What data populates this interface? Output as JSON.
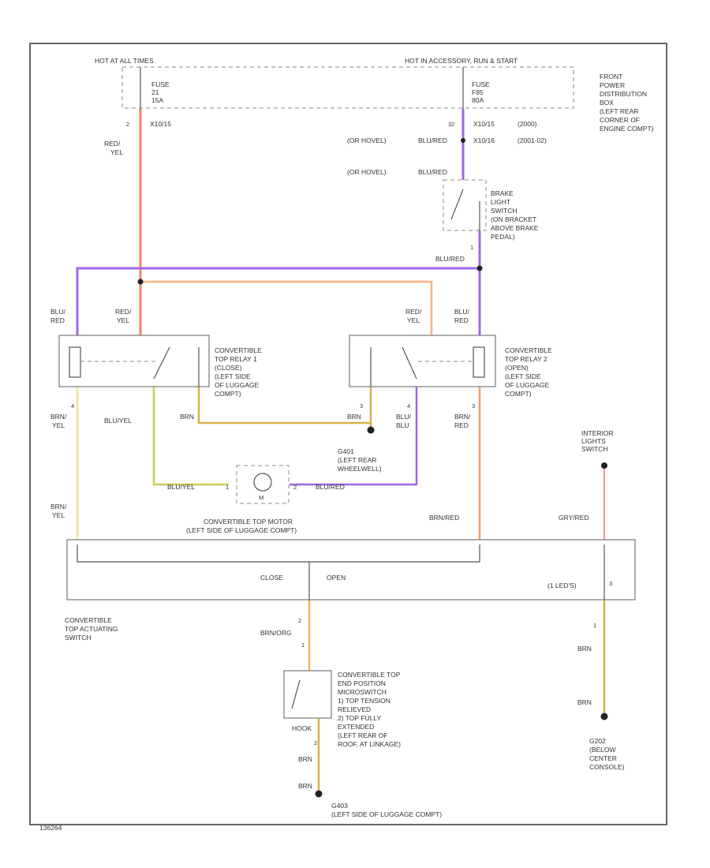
{
  "colors": {
    "red_yel": "#f4845f",
    "blu_red": "#a067e8",
    "red_yel_light": "#f6b184",
    "brn_yel": "#f0e690",
    "blu_yel": "#cccc5a",
    "brn": "#d8b04e",
    "blu": "#a067e8",
    "brn_red": "#f49a6c",
    "gry_red": "#f09595",
    "brn_org": "#e8bc5c",
    "dark": "#555555"
  },
  "texts": {
    "hot_top": "HOT AT ALL TIMES",
    "hot_run": "HOT IN ACCESSORY, RUN & START",
    "fuse_left_1": "FUSE",
    "fuse_left_2": "21",
    "fuse_left_3": "15A",
    "fuse_right_1": "FUSE",
    "fuse_right_2": "F85",
    "fuse_right_3": "80A",
    "pdb": [
      "FRONT",
      "POWER",
      "DISTRIBUTION",
      "BOX",
      "(LEFT REAR",
      "CORNER OF",
      "ENGINE COMPT)"
    ],
    "pin_2": "2",
    "x_left": "X10/15",
    "wire_red_yel_1": "RED/",
    "wire_red_yel_2": "YEL",
    "pin_32": "32",
    "x_right_1": "X10/15",
    "year_1": "(2000)",
    "x_right_2": "X10/16",
    "year_2": "(2001-02)",
    "or_hovel_1": "(OR HOVEL)",
    "blu_red_1": "BLU/RED",
    "or_hovel_2": "(OR HOVEL)",
    "blu_red_2": "BLU/RED",
    "brake_switch": [
      "BRAKE",
      "LIGHT",
      "SWITCH",
      "(ON BRACKET",
      "ABOVE BRAKE",
      "PEDAL)"
    ],
    "pin_1": "1",
    "blu_red_3": "BLU/RED",
    "blu_red_left_1": "BLU/",
    "blu_red_left_2": "RED",
    "red_yel_left_1": "RED/",
    "red_yel_left_2": "YEL",
    "red_yel_right_1": "RED/",
    "red_yel_right_2": "YEL",
    "blu_red_right_1": "BLU/",
    "blu_red_right_2": "RED",
    "relay1": [
      "CONVERTIBLE",
      "TOP RELAY 1",
      "(CLOSE)",
      "(LEFT SIDE",
      "OF LUGGAGE",
      "COMPT)"
    ],
    "relay2": [
      "CONVERTIBLE",
      "TOP RELAY 2",
      "(OPEN)",
      "(LEFT SIDE",
      "OF LUGGAGE",
      "COMPT)"
    ],
    "pin_4a": "4",
    "brn_yel_a1": "BRN/",
    "brn_yel_a2": "YEL",
    "blu_yel_a": "BLU/YEL",
    "brn_a": "BRN",
    "pin_3a": "3",
    "pin_3b": "3",
    "pin_4b": "4",
    "brn_b": "BRN",
    "blu_b1": "BLU/",
    "blu_b2": "BLU",
    "brn_red_a1": "BRN/",
    "brn_red_a2": "RED",
    "g401": [
      "G401",
      "(LEFT REAR",
      "WHEELWELL)"
    ],
    "interior_switch": [
      "INTERIOR",
      "LIGHTS",
      "SWITCH"
    ],
    "blu_yel_b": "BLU/YEL",
    "blu_red_4": "BLU/RED",
    "motor_pin_l": "1",
    "motor_pin_r": "2",
    "motor_m": "M",
    "brn_yel_b1": "BRN/",
    "brn_yel_b2": "YEL",
    "motor_label_1": "CONVERTIBLE TOP MOTOR",
    "motor_label_2": "(LEFT SIDE OF LUGGAGE COMPT)",
    "brn_red_b": "BRN/RED",
    "gry_red": "GRY/RED",
    "close": "CLOSE",
    "open": "OPEN",
    "leds": "(1 LED'S)",
    "pin_3c": "3",
    "actuating_switch": [
      "CONVERTIBLE",
      "TOP ACTUATING",
      "SWITCH"
    ],
    "pin_2b": "2",
    "brn_org": "BRN/ORG",
    "pin_1b": "1",
    "brn_c": "BRN",
    "pin_1c": "1",
    "brn_d": "BRN",
    "microswitch": [
      "CONVERTIBLE TOP",
      "END POSITION",
      "MICROSWITCH",
      "1) TOP TENSION",
      "RELIEVED",
      "2) TOP FULLY",
      "EXTENDED",
      "(LEFT REAR OF",
      "ROOF, AT LINKAGE)"
    ],
    "hook_label": "HOOK",
    "pin_2c": "2",
    "brn_e": "BRN",
    "brn_f": "BRN",
    "g202": [
      "G202",
      "(BELOW",
      "CENTER",
      "CONSOLE)"
    ],
    "g403": [
      "G403",
      "(LEFT SIDE OF LUGGAGE COMPT)"
    ],
    "footer": "136264"
  }
}
